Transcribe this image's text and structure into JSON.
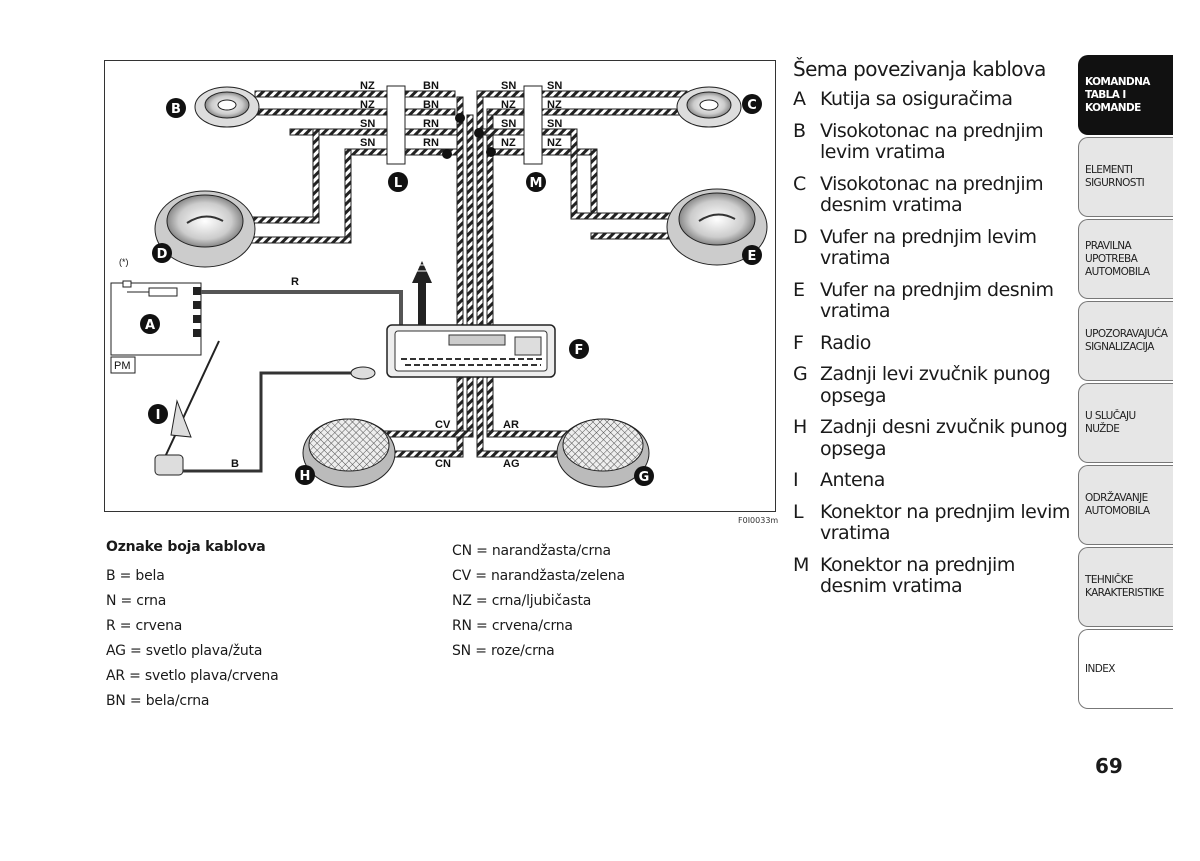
{
  "figure": {
    "code": "F0I0033m",
    "callouts": [
      "A",
      "B",
      "C",
      "D",
      "E",
      "F",
      "G",
      "H",
      "I",
      "L",
      "M"
    ],
    "box_label_pm": "PM",
    "star_label": "(*)",
    "wire_labels": {
      "left_connector": [
        "NZ",
        "NZ",
        "SN",
        "SN",
        "BN",
        "BN",
        "RN",
        "RN"
      ],
      "right_connector": [
        "SN",
        "NZ",
        "SN",
        "NZ",
        "SN",
        "NZ",
        "SN",
        "NZ"
      ],
      "radio_power": "R",
      "antenna": "B",
      "rear_left": [
        "CV",
        "CN"
      ],
      "rear_right": [
        "AR",
        "AG"
      ]
    }
  },
  "legend": {
    "title": "Oznake boja kablova",
    "left": [
      "B = bela",
      "N = crna",
      "R = crvena",
      "AG = svetlo plava/žuta",
      "AR = svetlo plava/crvena",
      "BN = bela/crna"
    ],
    "right": [
      "CN = narandžasta/crna",
      "CV = narandžasta/zelena",
      "NZ = crna/ljubičasta",
      "RN = crvena/crna",
      "SN = roze/crna"
    ]
  },
  "section": {
    "title": "Šema povezivanja kablova",
    "items": [
      {
        "key": "A",
        "text": "Kutija sa osiguračima"
      },
      {
        "key": "B",
        "text": "Visokotonac na prednjim levim vratima"
      },
      {
        "key": "C",
        "text": "Visokotonac na prednjim desnim vratima"
      },
      {
        "key": "D",
        "text": "Vufer na prednjim levim vratima"
      },
      {
        "key": "E",
        "text": "Vufer na prednjim desnim vratima"
      },
      {
        "key": "F",
        "text": "Radio"
      },
      {
        "key": "G",
        "text": "Zadnji levi zvučnik punog opsega"
      },
      {
        "key": "H",
        "text": "Zadnji desni zvučnik punog opsega"
      },
      {
        "key": "I",
        "text": "Antena"
      },
      {
        "key": "L",
        "text": "Konektor na prednjim levim vratima"
      },
      {
        "key": "M",
        "text": "Konektor na prednjim desnim vratima"
      }
    ]
  },
  "tabs": [
    {
      "label": "KOMANDNA TABLA I KOMANDE",
      "active": true
    },
    {
      "label": "ELEMENTI SIGURNOSTI",
      "active": false
    },
    {
      "label": "PRAVILNA UPOTREBA AUTOMOBILA",
      "active": false
    },
    {
      "label": "UPOZORAVAJUĆA SIGNALIZACIJA",
      "active": false
    },
    {
      "label": "U SLUČAJU NUŽDE",
      "active": false
    },
    {
      "label": "ODRŽAVANJE AUTOMOBILA",
      "active": false
    },
    {
      "label": "TEHNIČKE KARAKTERISTIKE",
      "active": false
    },
    {
      "label": "INDEX",
      "active": false
    }
  ],
  "page_number": "69"
}
